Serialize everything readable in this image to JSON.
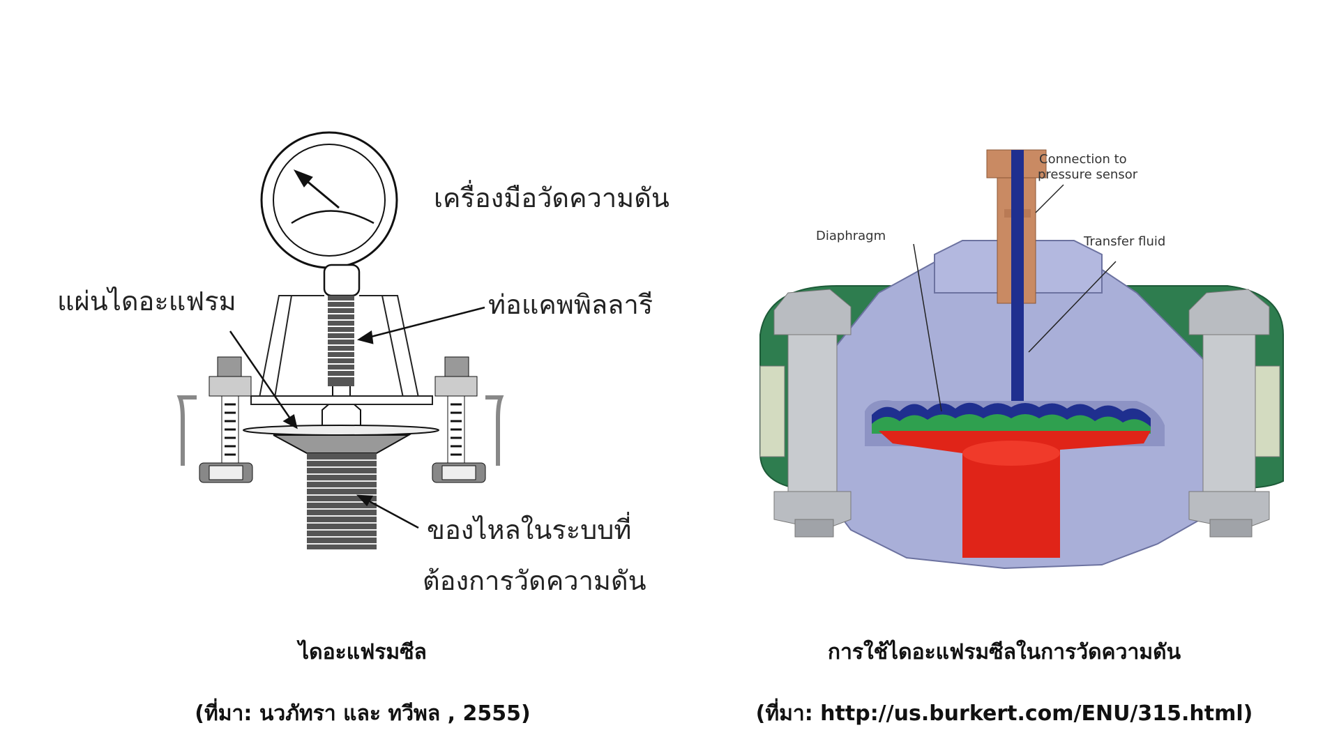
{
  "left": {
    "labels": {
      "pressure_gauge": "เครื่องมือวัดความดัน",
      "diaphragm_plate": "แผ่นไดอะแฟรม",
      "capillary_tube": "ท่อแคพพิลลารี",
      "process_fluid_line1": "ของไหลในระบบที่",
      "process_fluid_line2": "ต้องการวัดความดัน"
    },
    "caption": "ไดอะแฟรมซีล",
    "source": "(ที่มา: นวภัทรา และ ทวีพล , 2555)"
  },
  "right": {
    "labels": {
      "connection_line1": "Connection to",
      "connection_line2": "pressure sensor",
      "diaphragm": "Diaphragm",
      "transfer_fluid": "Transfer fluid"
    },
    "caption": "การใช้ไดอะแฟรมซีลในการวัดความดัน",
    "source": "(ที่มา: http://us.burkert.com/ENU/315.html)"
  },
  "colors": {
    "body_grey": "#a9afd8",
    "flange_green": "#2e7d4f",
    "connection_copper": "#c98a63",
    "tube_blue": "#1f2f8f",
    "process_red": "#e02418",
    "bolt_grey": "#b9bcc1"
  }
}
